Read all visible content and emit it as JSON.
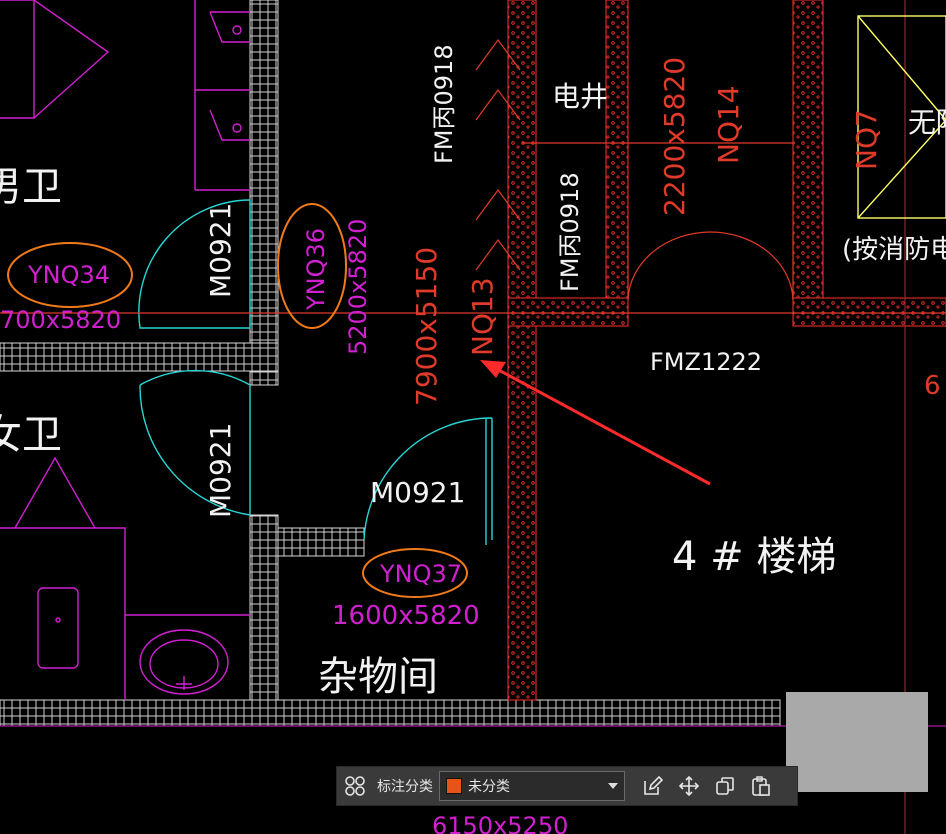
{
  "drawing": {
    "labels": {
      "men_toilet": "男卫",
      "women_toilet": "女卫",
      "storage": "杂物间",
      "stair": "4 # 楼梯",
      "electric_well": "电井",
      "barrier_free": "无障",
      "fire_note": "(按消防电",
      "fm_a": "FM丙0918",
      "fm_b": "FM丙0918",
      "fmz": "FMZ1222",
      "m0921_a": "M0921",
      "m0921_b": "M0921",
      "m0921_c": "M0921",
      "ynq34": "YNQ34",
      "ynq36": "YNQ36",
      "ynq37": "YNQ37",
      "dim_700": "700x5820",
      "dim_5200": "5200x5820",
      "dim_7900": "7900x5150",
      "nq13": "NQ13",
      "dim_2200": "2200x5820",
      "nq14": "NQ14",
      "nq7": "NQ7",
      "dim_1600": "1600x5820",
      "dim_6150": "6150x5250",
      "partial_6": "6"
    },
    "colors": {
      "magenta": "#d020d0",
      "white": "#ffffff",
      "red": "#e03a2a",
      "cyan": "#26d6d6",
      "orange": "#f07a1a",
      "yellow": "#ffff66",
      "wall_red": "#ff3030"
    }
  },
  "toolbar": {
    "grid_icon": "grid-icon",
    "label": "标注分类",
    "select_value": "未分类",
    "select_swatch": "#e8531a",
    "edit_icon": "edit-icon",
    "move_icon": "move-icon",
    "copy_icon": "copy-icon",
    "paste_icon": "paste-icon"
  }
}
